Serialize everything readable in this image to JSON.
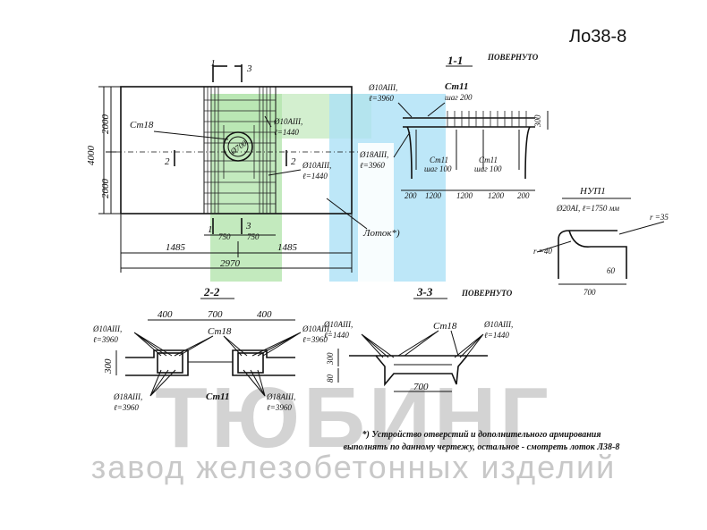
{
  "doc_code": "Ло38-8",
  "watermark": {
    "brand": "ТЮБИНГ",
    "subtitle": "завод железобетонных изделий",
    "colors": {
      "green": "#a8e0a0",
      "blue": "#9fdcf5",
      "gray": "#d0d0d0"
    }
  },
  "plan": {
    "section_marks": {
      "s1": "1",
      "s3": "3",
      "s2": "2"
    },
    "dims": {
      "overall_height": "4000",
      "half_upper": "2000",
      "half_lower": "2000",
      "left_half": "1485",
      "right_half": "1485",
      "total": "2970",
      "opening_left": "750",
      "opening_right": "750"
    },
    "labels": {
      "ct18": "Ст18",
      "r10a": "Ø10АIII,",
      "r10a_len": "ℓ=1440",
      "r10b": "Ø10АIII,",
      "r10b_len": "ℓ=1440",
      "lotok": "Лоток*)",
      "r_dia": "Ø700"
    }
  },
  "section11": {
    "title": "1-1",
    "rotated": "ПОВЕРНУТО",
    "r10": "Ø10АIII,",
    "r10_len": "ℓ=3960",
    "ct11_top": "Ст11",
    "step200": "шаг 200",
    "r18": "Ø18АIII,",
    "r18_len": "ℓ=3960",
    "ct11_a": "Ст11",
    "step100_a": "шаг 100",
    "ct11_b": "Ст11",
    "step100_b": "шаг 100",
    "h300": "300",
    "spans": [
      "200",
      "1200",
      "1200",
      "1200",
      "200"
    ]
  },
  "nup": {
    "title": "НУП1",
    "spec": "Ø20АI, ℓ=1750 мм",
    "r35": "r =35",
    "r40": "r =40",
    "h60": "60",
    "w700": "700"
  },
  "section22": {
    "title": "2-2",
    "d400a": "400",
    "d700": "700",
    "d400b": "400",
    "r10_l": "Ø10АIII,",
    "r10_l_len": "ℓ=3960",
    "ct18": "Ст18",
    "r10_r": "Ø10АIII,",
    "r10_r_len": "ℓ=3960",
    "h300": "300",
    "r18_l": "Ø18АIII,",
    "r18_l_len": "ℓ=3960",
    "ct11": "Ст11",
    "r18_r": "Ø18АIII,",
    "r18_r_len": "ℓ=3960"
  },
  "section33": {
    "title": "3-3",
    "rotated": "ПОВЕРНУТО",
    "r10_l": "Ø10АIII,",
    "r10_l_len": "ℓ=1440",
    "ct18": "Ст18",
    "r10_r": "Ø10АIII,",
    "r10_r_len": "ℓ=1440",
    "h300": "300",
    "h80": "80",
    "d700": "700"
  },
  "footnote": {
    "line1": "*) Устройство отверстий и дополнительного армирования",
    "line2": "выполнять по данному чертежу, остальное - смотреть лоток Л38-8"
  }
}
